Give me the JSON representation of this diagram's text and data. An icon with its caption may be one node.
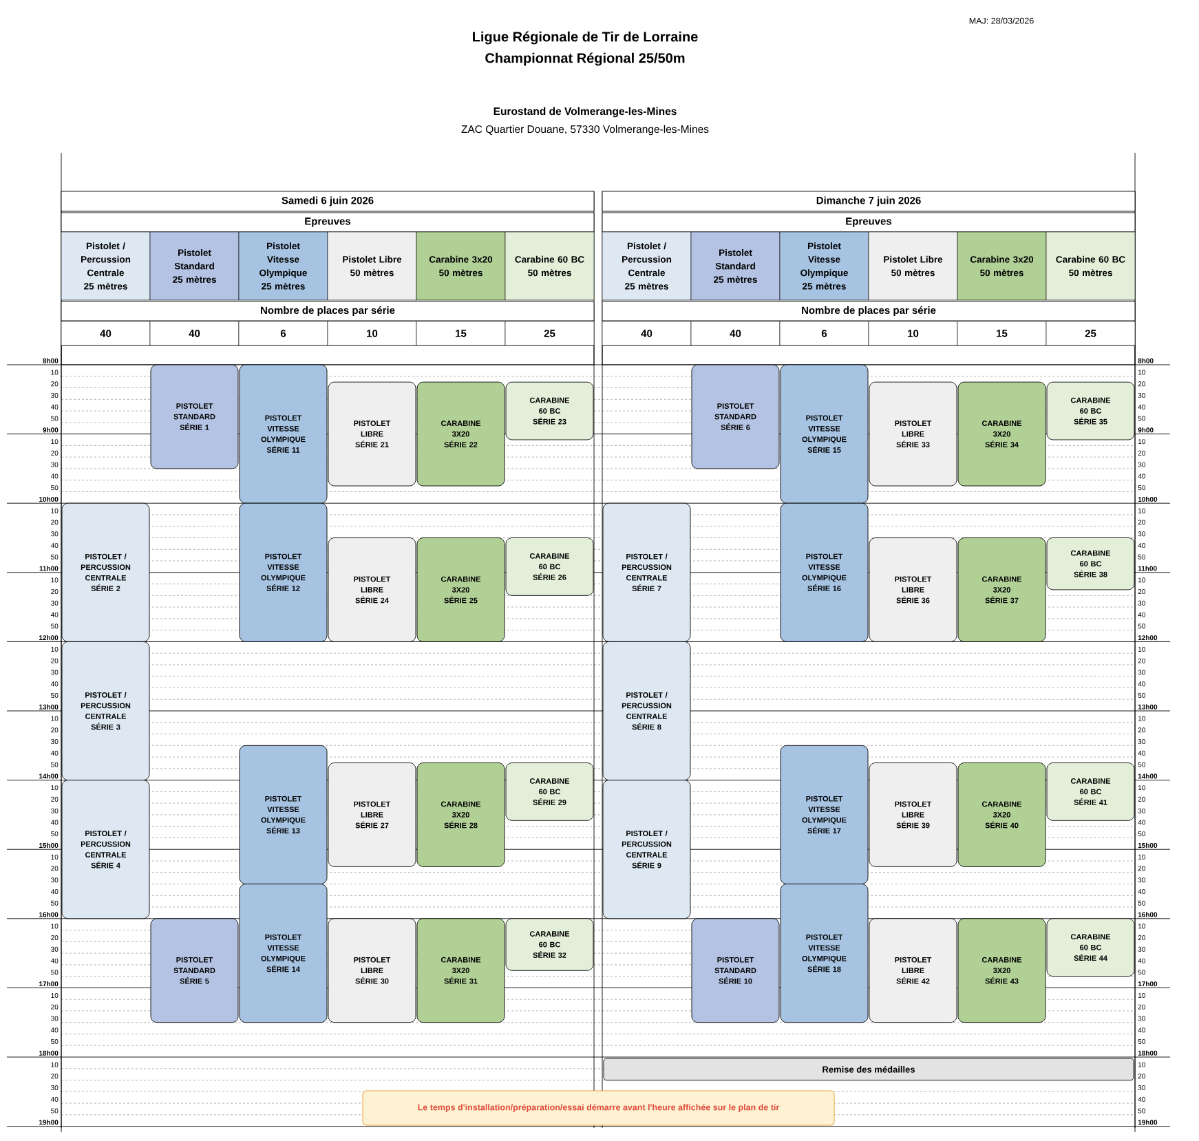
{
  "diagram": {
    "title": "Ligue Régionale de Tir de Lorraine",
    "nodes": [
      {
        "text": [
          "Samedi 6 juin 2026"
        ]
      },
      {
        "text": [
          "Epreuves"
        ]
      },
      {
        "text": [
          "Pistolet / Percussion Centrale",
          "25 mètres"
        ]
      },
      {
        "text": [
          "Pistolet Standard",
          "25 mètres"
        ]
      },
      {
        "text": [
          "Pistolet Vitesse Olympique",
          "25 mètres"
        ]
      },
      {
        "text": [
          "Pistolet Libre",
          "50 mètres"
        ]
      },
      {
        "text": [
          "Carabine 3x20",
          "50 mètres"
        ]
      },
      {
        "text": [
          "Carabine 60 BC",
          "50 mètres"
        ]
      },
      {
        "text": [
          "Nombre de places par série"
        ]
      },
      {
        "text": [
          "40"
        ]
      },
      {
        "text": [
          "40"
        ]
      },
      {
        "text": [
          "6"
        ]
      },
      {
        "text": [
          "10"
        ]
      },
      {
        "text": [
          "15"
        ]
      },
      {
        "text": [
          "25"
        ]
      },
      {
        "text": [
          "Dimanche 7 juin 2026"
        ]
      },
      {
        "text": [
          "Epreuves"
        ]
      },
      {
        "text": [
          "Pistolet / Percussion Centrale",
          "25 mètres"
        ]
      },
      {
        "text": [
          "Pistolet Standard",
          "25 mètres"
        ]
      },
      {
        "text": [
          "Pistolet Vitesse Olympique",
          "25 mètres"
        ]
      },
      {
        "text": [
          "Pistolet Libre",
          "50 mètres"
        ]
      },
      {
        "text": [
          "Carabine 3x20",
          "50 mètres"
        ]
      },
      {
        "text": [
          "Carabine 60 BC",
          "50 mètres"
        ]
      },
      {
        "text": [
          "Nombre de places par série"
        ]
      },
      {
        "text": [
          "40"
        ]
      },
      {
        "text": [
          "40"
        ]
      },
      {
        "text": [
          "6"
        ]
      },
      {
        "text": [
          "10"
        ]
      },
      {
        "text": [
          "15"
        ]
      },
      {
        "text": [
          "25"
        ]
      },
      {
        "text": [
          "PISTOLET STANDARD",
          "SÉRIE 1"
        ]
      },
      {
        "text": [
          "PISTOLET / PERCUSSION CENTRALE",
          "SÉRIE 2"
        ]
      },
      {
        "text": [
          "PISTOLET / PERCUSSION CENTRALE",
          "SÉRIE 3"
        ]
      },
      {
        "text": [
          "PISTOLET / PERCUSSION CENTRALE",
          "SÉRIE 4"
        ]
      },
      {
        "text": [
          "PISTOLET STANDARD",
          "SÉRIE 5"
        ]
      },
      {
        "text": [
          "PISTOLET STANDARD",
          "SÉRIE 6"
        ]
      },
      {
        "text": [
          "PISTOLET / PERCUSSION CENTRALE",
          "SÉRIE 7"
        ]
      },
      {
        "text": [
          "PISTOLET / PERCUSSION CENTRALE",
          "SÉRIE 8"
        ]
      },
      {
        "text": [
          "PISTOLET / PERCUSSION CENTRALE",
          "SÉRIE 9"
        ]
      },
      {
        "text": [
          "PISTOLET STANDARD",
          "SÉRIE 10"
        ]
      },
      {
        "text": [
          "PISTOLET VITESSE OLYMPIQUE",
          "SÉRIE 11"
        ]
      },
      {
        "text": [
          "PISTOLET VITESSE OLYMPIQUE",
          "SÉRIE 12"
        ]
      },
      {
        "text": [
          "PISTOLET VITESSE OLYMPIQUE",
          "SÉRIE 13"
        ]
      },
      {
        "text": [
          "PISTOLET VITESSE OLYMPIQUE",
          "SÉRIE 14"
        ]
      },
      {
        "text": [
          "PISTOLET VITESSE OLYMPIQUE",
          "SÉRIE 15"
        ]
      },
      {
        "text": [
          "PISTOLET VITESSE OLYMPIQUE",
          "SÉRIE 16"
        ]
      },
      {
        "text": [
          "PISTOLET VITESSE OLYMPIQUE",
          "SÉRIE 17"
        ]
      },
      {
        "text": [
          "PISTOLET VITESSE OLYMPIQUE",
          "SÉRIE 18"
        ]
      },
      {
        "text": [
          "PISTOLET LIBRE",
          "SÉRIE 21"
        ]
      },
      {
        "text": [
          "CARABINE 3X20",
          "SÉRIE 22"
        ]
      },
      {
        "text": [
          "CARABINE 60 BC",
          "SÉRIE 23"
        ]
      },
      {
        "text": [
          "PISTOLET LIBRE",
          "SÉRIE 24"
        ]
      },
      {
        "text": [
          "CARABINE 3X20",
          "SÉRIE 25"
        ]
      },
      {
        "text": [
          "CARABINE 60 BC",
          "SÉRIE 26"
        ]
      },
      {
        "text": [
          "PISTOLET LIBRE",
          "SÉRIE 27"
        ]
      },
      {
        "text": [
          "CARABINE 3X20",
          "SÉRIE 28"
        ]
      },
      {
        "text": [
          "CARABINE 60 BC",
          "SÉRIE 29"
        ]
      },
      {
        "text": [
          "PISTOLET LIBRE",
          "SÉRIE 30"
        ]
      },
      {
        "text": [
          "CARABINE 3X20",
          "SÉRIE 31"
        ]
      },
      {
        "text": [
          "CARABINE 60 BC",
          "SÉRIE 32"
        ]
      },
      {
        "text": [
          "PISTOLET LIBRE",
          "SÉRIE 33"
        ]
      },
      {
        "text": [
          "CARABINE 3X20",
          "SÉRIE 34"
        ]
      },
      {
        "text": [
          "CARABINE 60 BC",
          "SÉRIE 35"
        ]
      },
      {
        "text": [
          "PISTOLET LIBRE",
          "SÉRIE 36"
        ]
      },
      {
        "text": [
          "CARABINE 3X20",
          "SÉRIE 37"
        ]
      },
      {
        "text": [
          "CARABINE 60 BC",
          "SÉRIE 38"
        ]
      },
      {
        "text": [
          "PISTOLET LIBRE",
          "SÉRIE 39"
        ]
      },
      {
        "text": [
          "CARABINE 3X20",
          "SÉRIE 40"
        ]
      },
      {
        "text": [
          "CARABINE 60 BC",
          "SÉRIE 41"
        ]
      },
      {
        "text": [
          "PISTOLET LIBRE",
          "SÉRIE 42"
        ]
      },
      {
        "text": [
          "CARABINE 3X20",
          "SÉRIE 43"
        ]
      },
      {
        "text": [
          "CARABINE 60 BC",
          "SÉRIE 44"
        ]
      },
      {
        "text": [
          "Remise des médailles"
        ]
      },
      {
        "text": [
          "Le temps d'installation/préparation/essai démarre avant l'heure affichée sur le plan de tir"
        ]
      }
    ],
    "labels": [
      "Championnat Régional 25/50m",
      "MAJ: 28/03/2026",
      "Eurostand de Volmerange-les-Mines",
      "ZAC Quartier Douane, 57330 Volmerange-les-Mines",
      "8h00",
      "8h00",
      "10",
      "10",
      "20",
      "20",
      "30",
      "30",
      "40",
      "40",
      "50",
      "50",
      "9h00",
      "9h00",
      "10",
      "10",
      "20",
      "20",
      "30",
      "30",
      "40",
      "40",
      "50",
      "50",
      "10h00",
      "10h00",
      "10",
      "10",
      "20",
      "20",
      "30",
      "30",
      "40",
      "40",
      "50",
      "50",
      "11h00",
      "11h00",
      "10",
      "10",
      "20",
      "20",
      "30",
      "30",
      "40",
      "40",
      "50",
      "50",
      "12h00",
      "12h00",
      "10",
      "10",
      "20",
      "20",
      "30",
      "30",
      "40",
      "40",
      "50",
      "50",
      "13h00",
      "13h00",
      "10",
      "10",
      "20",
      "20",
      "30",
      "30",
      "40",
      "40",
      "50",
      "50",
      "14h00",
      "14h00",
      "10",
      "10",
      "20",
      "20",
      "30",
      "30",
      "40",
      "40",
      "50",
      "50",
      "15h00",
      "15h00",
      "10",
      "10",
      "20",
      "20",
      "30",
      "30",
      "40",
      "40",
      "50",
      "50",
      "16h00",
      "16h00",
      "10",
      "10",
      "20",
      "20",
      "30",
      "30",
      "40",
      "40",
      "50",
      "50",
      "17h00",
      "17h00",
      "10",
      "10",
      "20",
      "20",
      "30",
      "30",
      "40",
      "40",
      "50",
      "50",
      "18h00",
      "18h00",
      "10",
      "10",
      "20",
      "20",
      "30",
      "30",
      "40",
      "40",
      "50",
      "50",
      "19h00",
      "19h00"
    ]
  }
}
